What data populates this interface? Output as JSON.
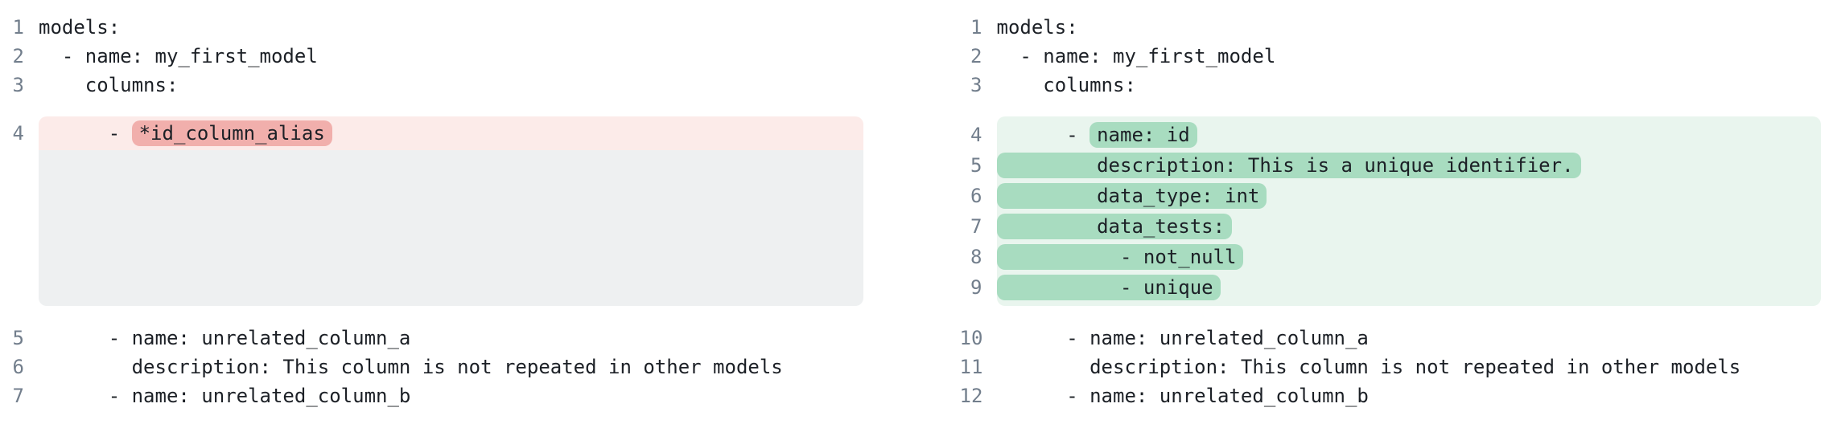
{
  "view": {
    "kind": "side-by-side-code-diff",
    "language": "yaml"
  },
  "colors": {
    "code_text": "#1c2026",
    "line_number": "#727e8c",
    "removed_row_bg": "#fcebe9",
    "removed_mark_bg": "#f1afac",
    "added_row_bg": "#e9f5ee",
    "added_mark_bg": "#a8dcc0",
    "filler_bg": "#eef0f1",
    "page_bg": "#ffffff"
  },
  "panels": [
    {
      "name": "before",
      "top_lines": [
        {
          "num": "1",
          "text": "models:"
        },
        {
          "num": "2",
          "text": "  - name: my_first_model"
        },
        {
          "num": "3",
          "text": "    columns:"
        }
      ],
      "diff": {
        "kind": "removed",
        "lines": [
          {
            "num": "4",
            "segments": [
              {
                "text": "      - ",
                "marked": false
              },
              {
                "text": "*id_column_alias",
                "marked": true
              }
            ]
          }
        ],
        "filler_after": true
      },
      "bottom_lines": [
        {
          "num": "5",
          "text": "      - name: unrelated_column_a"
        },
        {
          "num": "6",
          "text": "        description: This column is not repeated in other models"
        },
        {
          "num": "7",
          "text": "      - name: unrelated_column_b"
        }
      ]
    },
    {
      "name": "after",
      "top_lines": [
        {
          "num": "1",
          "text": "models:"
        },
        {
          "num": "2",
          "text": "  - name: my_first_model"
        },
        {
          "num": "3",
          "text": "    columns:"
        }
      ],
      "diff": {
        "kind": "added",
        "lines": [
          {
            "num": "4",
            "segments": [
              {
                "text": "      - ",
                "marked": false
              },
              {
                "text": "name: id",
                "marked": true
              }
            ]
          },
          {
            "num": "5",
            "segments": [
              {
                "text": "        description: This is a unique identifier.",
                "marked": true
              }
            ]
          },
          {
            "num": "6",
            "segments": [
              {
                "text": "        data_type: int",
                "marked": true
              }
            ]
          },
          {
            "num": "7",
            "segments": [
              {
                "text": "        data_tests:",
                "marked": true
              }
            ]
          },
          {
            "num": "8",
            "segments": [
              {
                "text": "          - not_null",
                "marked": true
              }
            ]
          },
          {
            "num": "9",
            "segments": [
              {
                "text": "          - unique",
                "marked": true
              }
            ]
          }
        ],
        "filler_after": false
      },
      "bottom_lines": [
        {
          "num": "10",
          "text": "      - name: unrelated_column_a"
        },
        {
          "num": "11",
          "text": "        description: This column is not repeated in other models"
        },
        {
          "num": "12",
          "text": "      - name: unrelated_column_b"
        }
      ]
    }
  ]
}
